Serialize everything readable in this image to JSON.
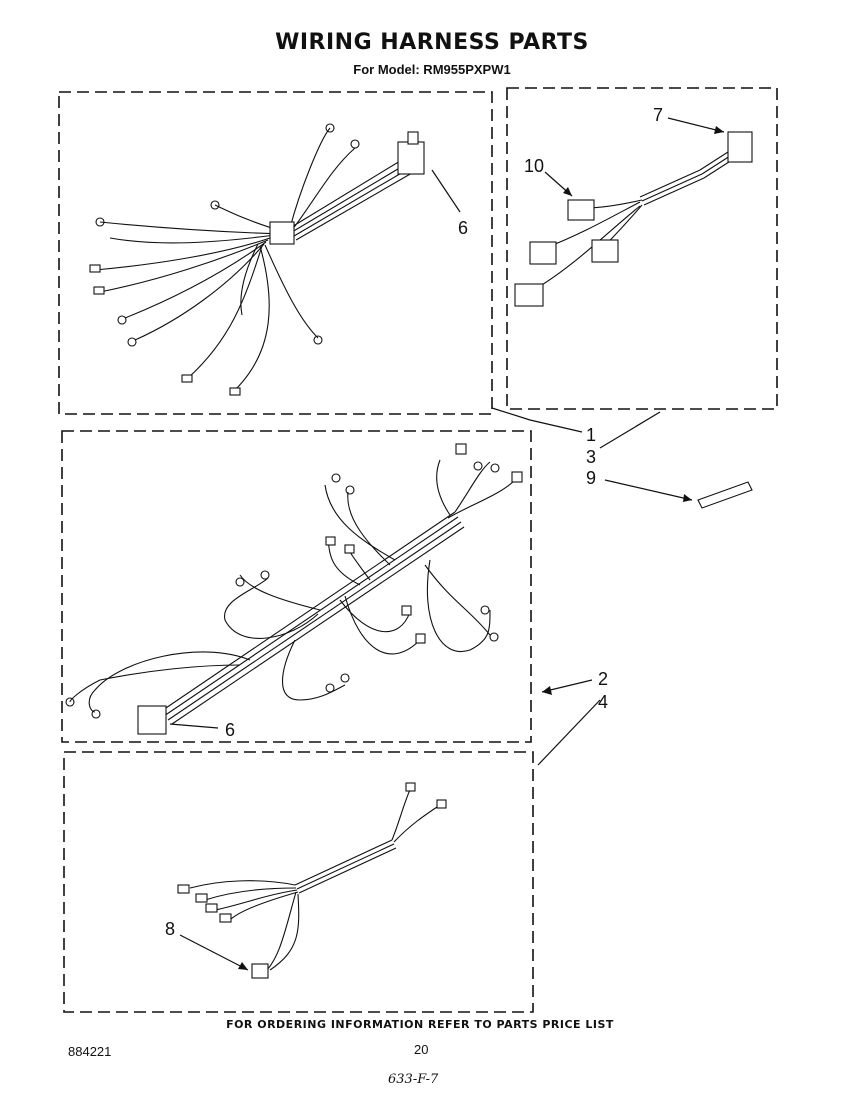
{
  "header": {
    "title": "WIRING HARNESS PARTS",
    "subtitle": "For Model: RM955PXPW1"
  },
  "callouts": {
    "c1": "1",
    "c2": "2",
    "c3": "3",
    "c4": "4",
    "c6a": "6",
    "c6b": "6",
    "c7": "7",
    "c8": "8",
    "c9": "9",
    "c10": "10"
  },
  "footer": {
    "note": "FOR ORDERING INFORMATION REFER TO PARTS PRICE LIST",
    "doc_number": "884221",
    "page_number": "20",
    "handwritten": "633-F-7"
  }
}
